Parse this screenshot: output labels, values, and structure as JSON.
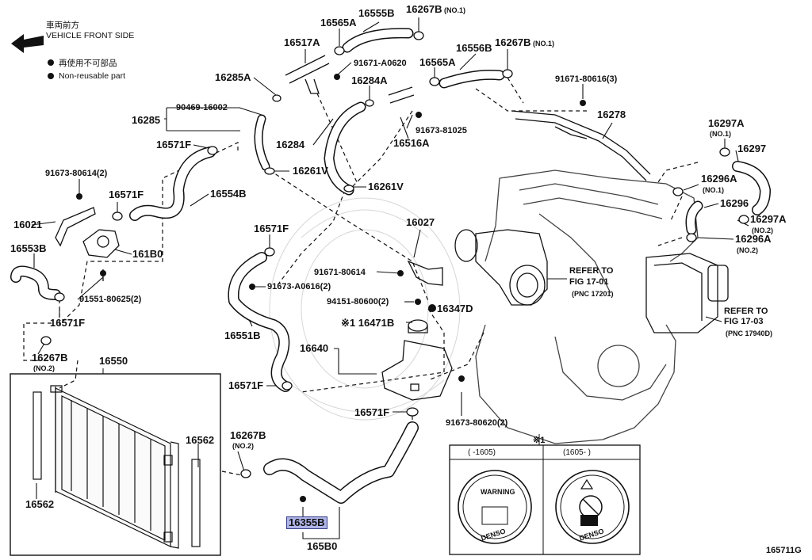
{
  "header": {
    "front_jp": "車両前方",
    "front_en": "VEHICLE FRONT SIDE",
    "legend_jp": "再使用不可部品",
    "legend_en": "Non-reusable part"
  },
  "labels": {
    "p16565A_top": "16565A",
    "p16555B": "16555B",
    "p16267B_top": "16267B",
    "no1": "(NO.1)",
    "p16517A": "16517A",
    "p16556B": "16556B",
    "p16267B_mid": "16267B",
    "no1b": "(NO.1)",
    "p91671_A0620": "91671-A0620",
    "p16565A_mid": "16565A",
    "p16285A": "16285A",
    "p16284A": "16284A",
    "p91671_80616_3": "91671-80616(3)",
    "p90469": "90469-16002",
    "p16285": "16285",
    "p91673_81025": "91673-81025",
    "p16516A": "16516A",
    "p16278": "16278",
    "p16297A_1": "16297A",
    "p16297A_1_no": "(NO.1)",
    "p16297": "16297",
    "p16571F_a": "16571F",
    "p16284": "16284",
    "p16261V_a": "16261V",
    "p16296A_1": "16296A",
    "p16296A_1_no": "(NO.1)",
    "p91673_80614_2": "91673-80614(2)",
    "p16261V_b": "16261V",
    "p16296": "16296",
    "p16571F_b": "16571F",
    "p16554B": "16554B",
    "p16027": "16027",
    "p16297A_2": "16297A",
    "p16297A_2_no": "(NO.2)",
    "p16021": "16021",
    "p16296A_2": "16296A",
    "p16296A_2_no": "(NO.2)",
    "p16571F_c": "16571F",
    "p16553B": "16553B",
    "p161B0": "161B0",
    "p91671_80614": "91671-80614",
    "refer1": "REFER TO",
    "refer1b": "FIG 17-01",
    "refer1c": "(PNC 17201)",
    "p91673_A0616_2": "91673-A0616(2)",
    "p91551_80625_2": "91551-80625(2)",
    "p94151_80600_2": "94151-80600(2)",
    "p16347D": "16347D",
    "refer2": "REFER TO",
    "refer2b": "FIG 17-03",
    "refer2c": "(PNC 17940D)",
    "p16571F_d": "16571F",
    "p16471B": "※1 16471B",
    "p16551B": "16551B",
    "p16640": "16640",
    "p16267B_low": "16267B",
    "no2": "(NO.2)",
    "p16550": "16550",
    "p16571F_e": "16571F",
    "p16571F_f": "16571F",
    "p91673_80620_2": "91673-80620(2)",
    "p16267B_b": "16267B",
    "no2b": "(NO.2)",
    "p16562_r": "16562",
    "p16562_l": "16562",
    "p16355B": "16355B",
    "p165B0": "165B0",
    "inset_mark": "※1",
    "inset_col1": "(     -1605)",
    "inset_col2": "(1605-     )",
    "cap_brand": "DENSO",
    "cap_warning": "WARNING",
    "fig_id": "165711G"
  }
}
